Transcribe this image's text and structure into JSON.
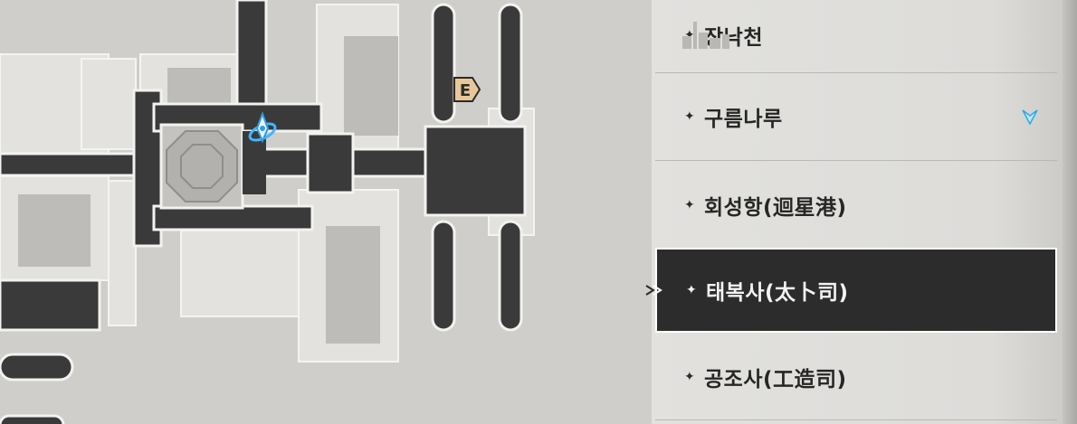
{
  "map": {
    "teleport_icon": "teleport-waypoint-icon",
    "exit_icon": "exit-marker-icon",
    "exit_letter": "E"
  },
  "nav": {
    "items": [
      {
        "label": "장낙천",
        "icon": "star-icon"
      },
      {
        "label": "구름나루",
        "icon": "star-icon",
        "visited_icon": "checkmark-icon"
      },
      {
        "label": "회성항(迴星港)",
        "icon": "star-icon"
      },
      {
        "label": "태복사(太卜司)",
        "icon": "star-icon",
        "selected": true
      },
      {
        "label": "공조사(工造司)",
        "icon": "star-icon"
      }
    ],
    "star_glyph": "✦",
    "accent_color": "#4fc3f7",
    "active_bg": "#2c2c2c"
  }
}
